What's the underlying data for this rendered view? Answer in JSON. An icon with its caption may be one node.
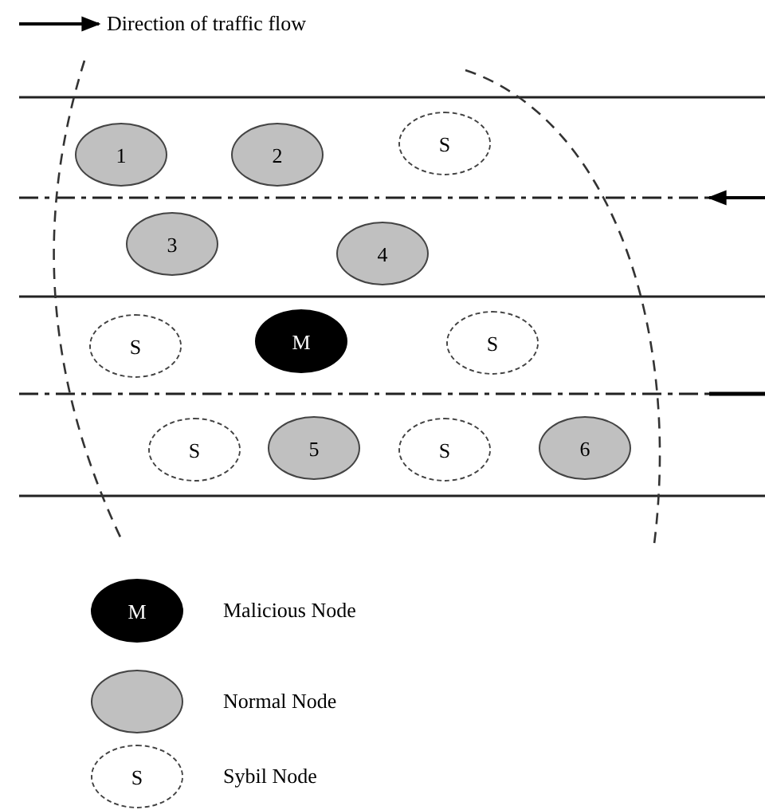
{
  "diagram": {
    "nodes": [
      {
        "text": [
          "1"
        ]
      },
      {
        "text": [
          "2"
        ]
      },
      {
        "text": [
          "S"
        ]
      },
      {
        "text": [
          "3"
        ]
      },
      {
        "text": [
          "4"
        ]
      },
      {
        "text": [
          "S"
        ]
      },
      {
        "text": [
          "M"
        ]
      },
      {
        "text": [
          "S"
        ]
      },
      {
        "text": [
          "S"
        ]
      },
      {
        "text": [
          "5"
        ]
      },
      {
        "text": [
          "S"
        ]
      },
      {
        "text": [
          "6"
        ]
      },
      {
        "text": [
          "M"
        ],
        "beside": [
          "Malicious Node"
        ]
      },
      {
        "text": [],
        "shape": "ellipse",
        "beside": [
          "Normal Node"
        ]
      },
      {
        "text": [
          "S"
        ],
        "beside": [
          "Sybil Node"
        ]
      }
    ],
    "labels": [
      "Direction of traffic flow"
    ]
  }
}
